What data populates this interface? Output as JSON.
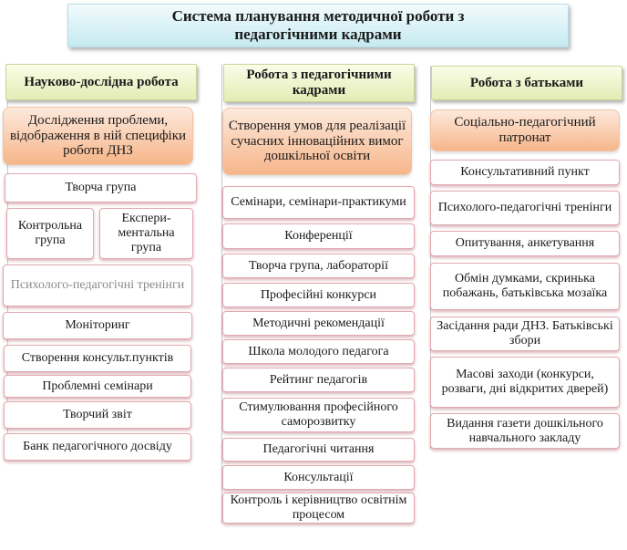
{
  "title": "Система планування методичної роботи з педагогічними кадрами",
  "columns": [
    {
      "heading": "Науково-дослідна робота",
      "lead": "Дослідження проблеми, відображення в ній специфіки роботи ДНЗ",
      "items": [
        "Творча група",
        "Контрольна група",
        "Експери-ментальна група",
        "Психолого-педагогічні тренінги",
        "Моніторинг",
        "Створення консульт.пунктів",
        "Проблемні семінари",
        "Творчий звіт",
        "Банк педагогічного досвіду"
      ]
    },
    {
      "heading": "Робота з педагогічними кадрами",
      "lead": "Створення умов для реалізації сучасних інноваційних вимог дошкільної освіти",
      "items": [
        "Семінари, семінари-практикуми",
        "Конференції",
        "Творча група, лабораторії",
        "Професійні конкурси",
        "Методичні рекомендації",
        "Школа молодого педагога",
        "Рейтинг педагогів",
        "Стимулювання професійного саморозвитку",
        "Педагогічні читання",
        "Консультації",
        "Контроль і керівництво освітнім процесом"
      ]
    },
    {
      "heading": "Робота з батьками",
      "lead": "Соціально-педагогічний патронат",
      "items": [
        "Консультативний пункт",
        "Психолого-педагогічні тренінги",
        "Опитування, анкетування",
        "Обмін думками, скринька побажань, батьківська мозаїка",
        "Засідання ради ДНЗ. Батьківські збори",
        "Масові заходи (конкурси, розваги, дні відкритих дверей)",
        "Видання газети дошкільного навчального закладу"
      ]
    }
  ]
}
